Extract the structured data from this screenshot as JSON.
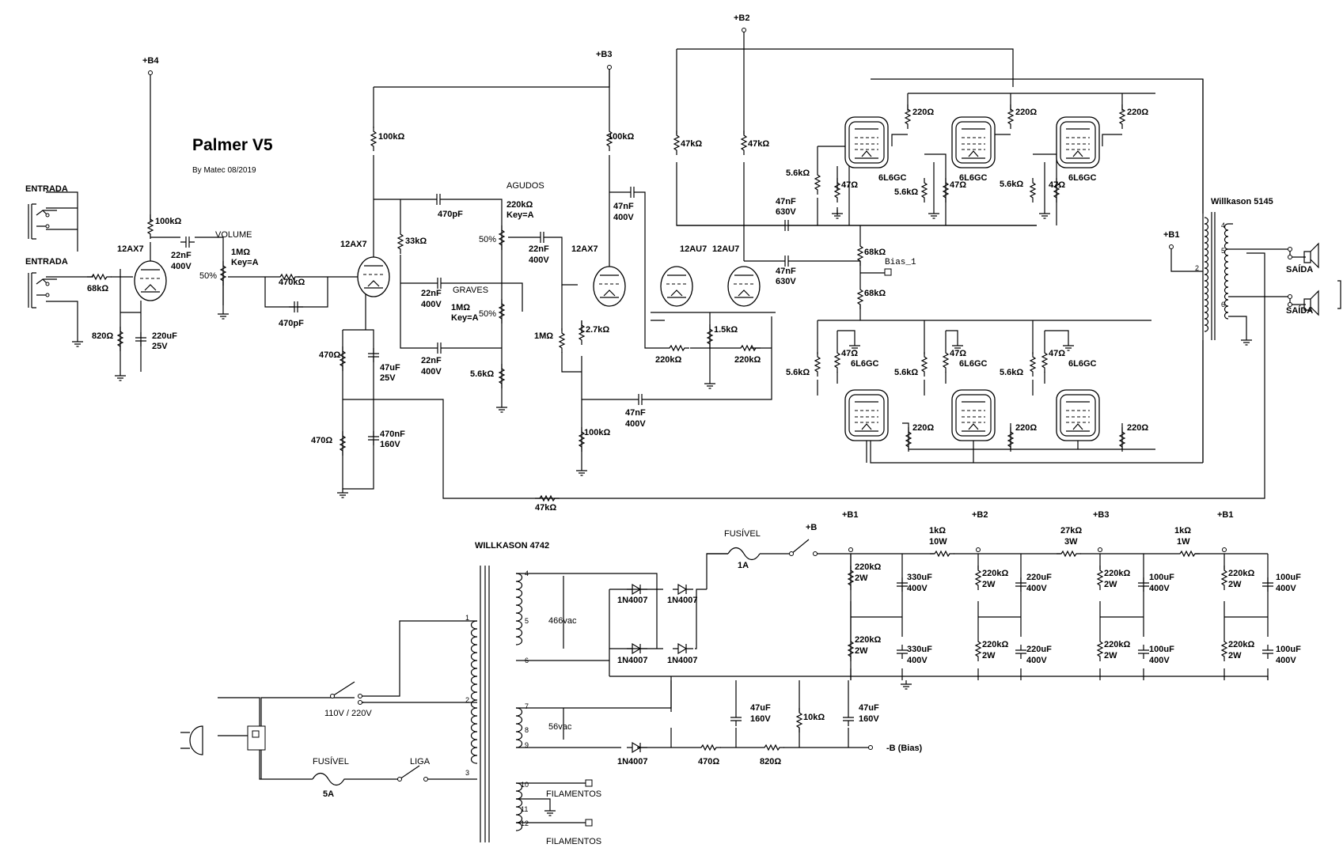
{
  "title": "Palmer V5",
  "subtitle": "By Matec 08/2019",
  "labels": {
    "b4": "+B4",
    "b3": "+B3",
    "b2": "+B2",
    "b1": "+B1",
    "entrada": "ENTRADA",
    "volume": "VOLUME",
    "agudos": "AGUDOS",
    "graves": "GRAVES",
    "bias1": "Bias_1",
    "saida": "SAÍDA",
    "output_transformer": "Willkason 5145",
    "power_transformer": "WILLKASON 4742",
    "plus_b": "+B",
    "minus_b": "-B  (Bias)",
    "fusivel": "FUSÍVEL",
    "liga": "LIGA",
    "voltage_select": "110V / 220V",
    "vac_466": "466vac",
    "vac_56": "56vac",
    "filamentos": "FILAMENTOS",
    "fuse1a": "1A",
    "fuse5a": "5A",
    "percent50": "50%",
    "key": "Key=A"
  },
  "tubes": {
    "v12ax7": "12AX7",
    "v12au7": "12AU7",
    "v6l6gc": "6L6GC"
  },
  "components": {
    "r100k": "100kΩ",
    "r68k": "68kΩ",
    "r820": "820Ω",
    "c220u": "220uF",
    "v25": "25V",
    "c22n": "22nF",
    "v400": "400V",
    "pot1m": "1MΩ",
    "r470k": "470kΩ",
    "c470p": "470pF",
    "r470": "470Ω",
    "c47u": "47uF",
    "c470n": "470nF",
    "v160": "160V",
    "r33k": "33kΩ",
    "pot220k": "220kΩ",
    "r5k6": "5.6kΩ",
    "r1m": "1MΩ",
    "r2k7": "2.7kΩ",
    "c47n": "47nF",
    "v630": "630V",
    "r47k": "47kΩ",
    "r1k5": "1.5kΩ",
    "r220k": "220kΩ",
    "r220": "220Ω",
    "r47": "47Ω",
    "r5k6s": "5.6kΩ",
    "r1k": "1kΩ",
    "p10w": "10W",
    "r27k": "27kΩ",
    "p3w": "3W",
    "p1w": "1W",
    "r220k2": "220kΩ",
    "p2w": "2W",
    "c330u": "330uF",
    "c100u": "100uF",
    "r10k": "10kΩ",
    "d1n4007": "1N4007"
  },
  "pins": [
    "1",
    "2",
    "3",
    "4",
    "5",
    "6",
    "7",
    "8",
    "9",
    "10",
    "11",
    "12"
  ]
}
